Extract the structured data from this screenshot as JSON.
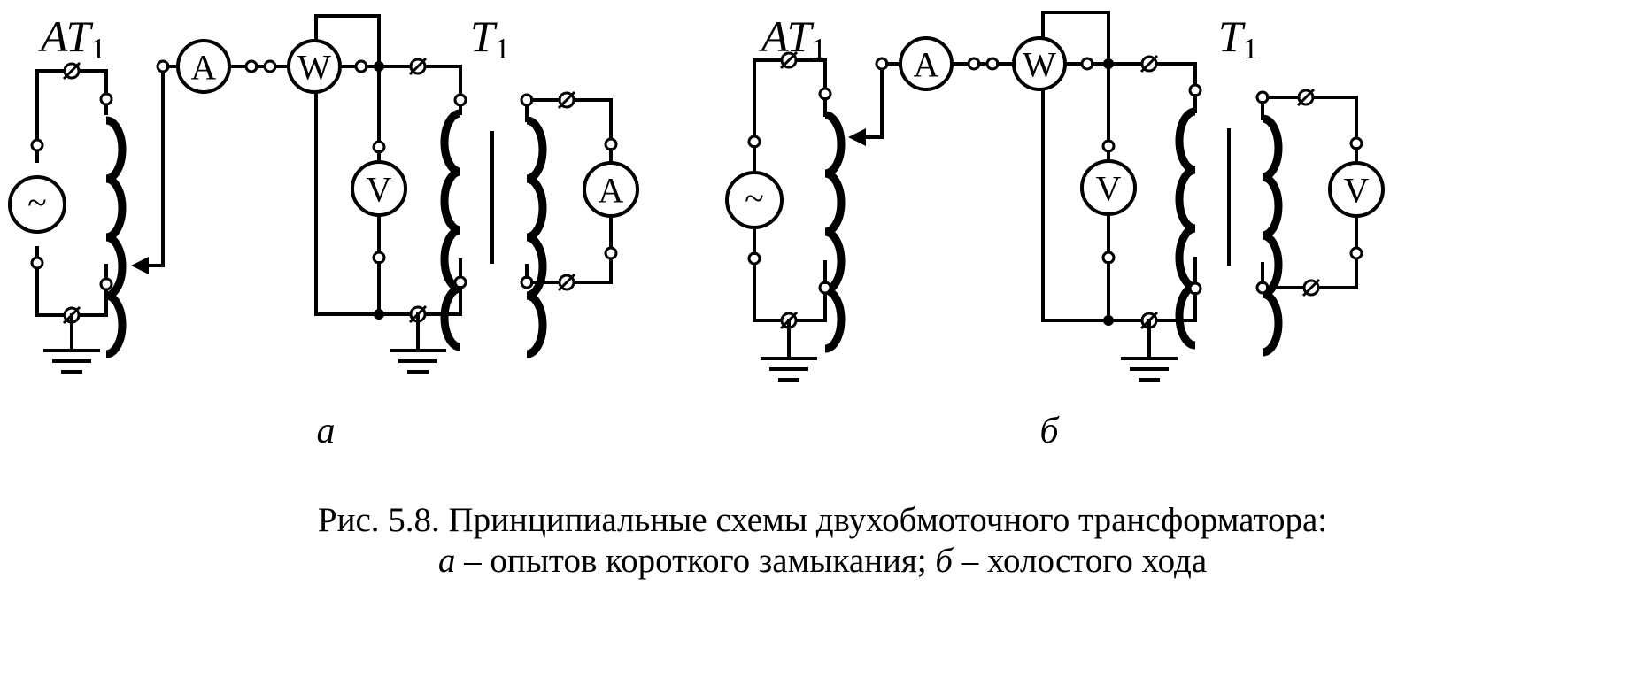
{
  "panels": [
    {
      "id": "a",
      "label": "а",
      "autotransformer_label": "AT",
      "autotransformer_sub": "1",
      "transformer_label": "T",
      "transformer_sub": "1",
      "meters": {
        "ammeter_primary": "A",
        "wattmeter": "W",
        "voltmeter_primary": "V",
        "secondary": "A"
      },
      "source_symbol": "~"
    },
    {
      "id": "b",
      "label": "б",
      "autotransformer_label": "AT",
      "autotransformer_sub": "1",
      "transformer_label": "T",
      "transformer_sub": "1",
      "meters": {
        "ammeter_primary": "A",
        "wattmeter": "W",
        "voltmeter_primary": "V",
        "secondary": "V"
      },
      "source_symbol": "~"
    }
  ],
  "caption": {
    "line1": "Рис. 5.8. Принципиальные схемы двухобмоточного трансформатора:",
    "a_letter": "а",
    "a_text": " – опытов короткого замыкания; ",
    "b_letter": "б",
    "b_text": " – холостого хода"
  }
}
